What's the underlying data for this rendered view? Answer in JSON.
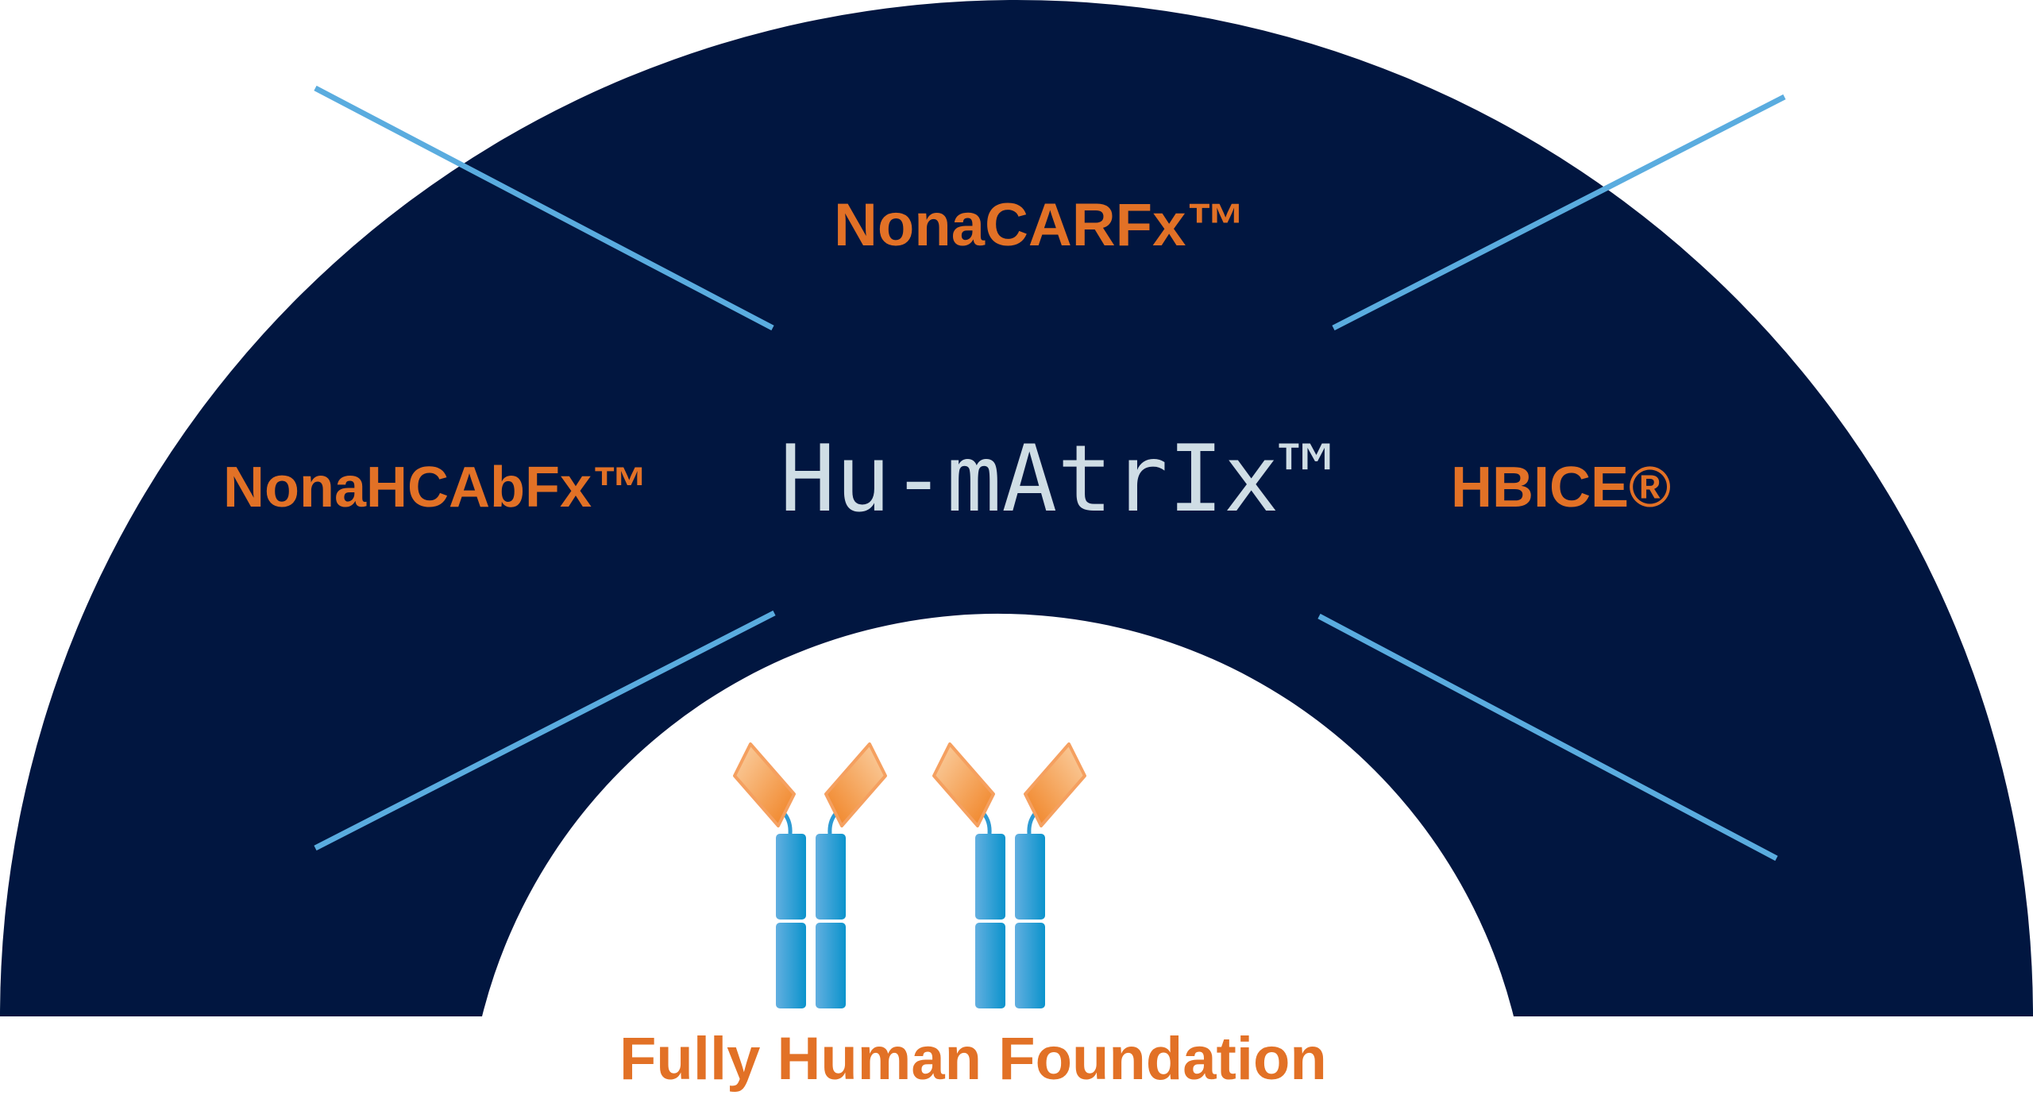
{
  "center_title": "Hu-mAtrIx™",
  "platforms": {
    "top": "NonaCARFx™",
    "left": "NonaHCAbFx™",
    "right": "HBICE®"
  },
  "foundation_label": "Fully Human Foundation",
  "colors": {
    "navy": "#011640",
    "orange": "#e27126",
    "line_blue": "#5aacdf",
    "antibody_blue": "#2d9ad3",
    "title_text": "#cfdde5"
  },
  "icons": [
    "antibody-icon",
    "antibody-icon"
  ]
}
